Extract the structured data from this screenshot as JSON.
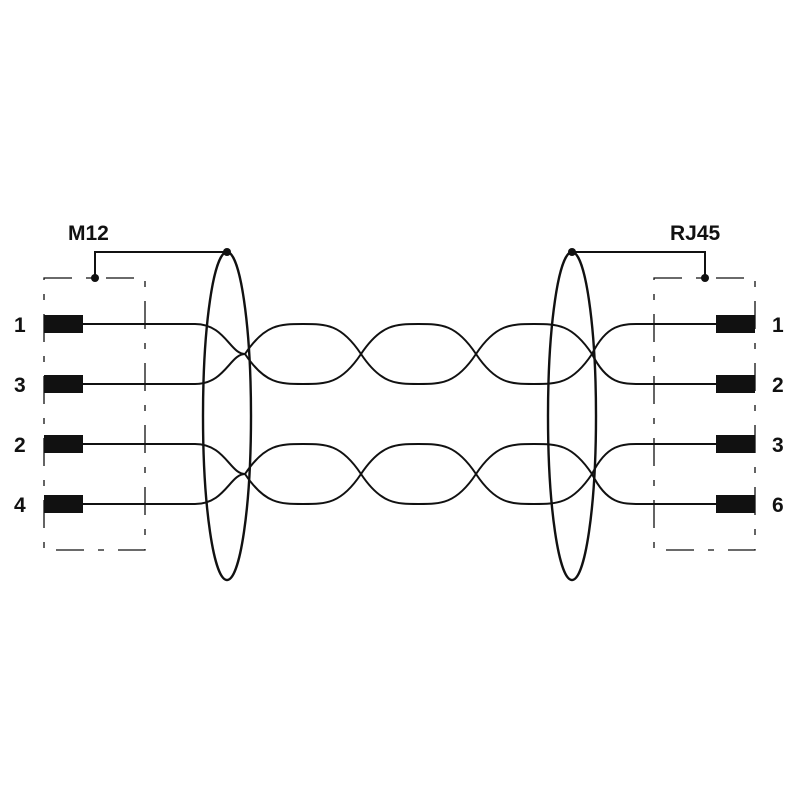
{
  "left_connector": {
    "title": "M12",
    "pins": [
      "1",
      "3",
      "2",
      "4"
    ]
  },
  "right_connector": {
    "title": "RJ45",
    "pins": [
      "1",
      "2",
      "3",
      "6"
    ]
  },
  "colors": {
    "line": "#111111",
    "background": "#ffffff"
  }
}
